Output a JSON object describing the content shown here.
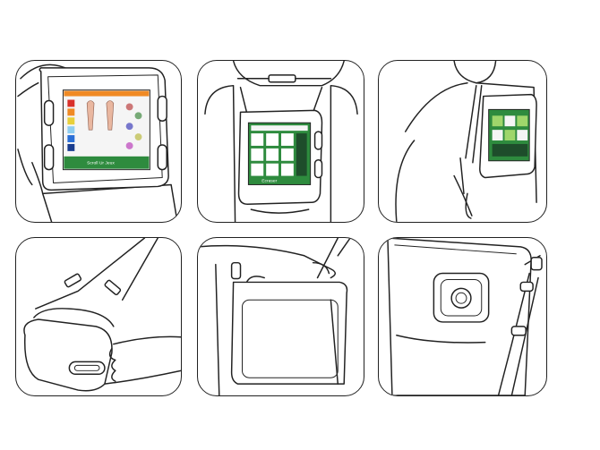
{
  "panels": [
    {
      "id": "p1",
      "description_name": "tablet-on-stand"
    },
    {
      "id": "p2",
      "description_name": "tablet-on-headrest-front"
    },
    {
      "id": "p3",
      "description_name": "tablet-on-headrest-side"
    },
    {
      "id": "p4",
      "description_name": "carry-by-shoulder-strap"
    },
    {
      "id": "p5",
      "description_name": "carry-by-handle"
    },
    {
      "id": "p6",
      "description_name": "case-back-view"
    }
  ],
  "screen_labels": {
    "stand_screen_button": "Scroll Ur Jeux",
    "headrest_screen_button": "Ecraser"
  },
  "colors": {
    "screen_green": "#2e8b3e",
    "screen_blue": "#2a6fd6",
    "screen_red": "#d9302a",
    "screen_orange": "#f08a24",
    "screen_dark": "#1e4d2b"
  }
}
